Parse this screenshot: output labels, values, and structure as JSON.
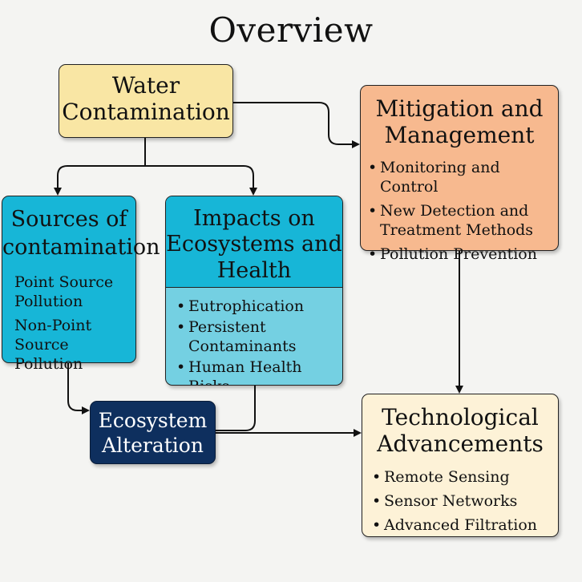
{
  "title": "Overview",
  "nodes": {
    "water": {
      "lines": [
        "Water",
        "Contamination"
      ]
    },
    "mitigation": {
      "lines": [
        "Mitigation and",
        "Management"
      ],
      "bullets": [
        "Monitoring and Control",
        "New Detection and Treatment Methods",
        "Pollution Prevention"
      ]
    },
    "sources": {
      "lines": [
        "Sources of",
        "contamination"
      ],
      "items": [
        "Point Source Pollution",
        "Non-Point Source Pollution"
      ]
    },
    "impacts": {
      "lines": [
        "Impacts on",
        "Ecosystems and",
        "Health"
      ],
      "bullets": [
        "Eutrophication",
        "Persistent Contaminants",
        "Human Health Risks"
      ]
    },
    "ecosystem": {
      "lines": [
        "Ecosystem",
        "Alteration"
      ]
    },
    "technology": {
      "lines": [
        "Technological",
        "Advancements"
      ],
      "bullets": [
        "Remote Sensing",
        "Sensor Networks",
        "Advanced Filtration"
      ]
    }
  },
  "colors": {
    "water": "#f9e6a4",
    "mitigation": "#f7b98f",
    "sources": "#17b6d7",
    "impacts_header": "#17b6d7",
    "impacts_body": "#74d0e2",
    "ecosystem": "#0e2f5e",
    "technology": "#fdf2d7",
    "connector": "#111111"
  }
}
